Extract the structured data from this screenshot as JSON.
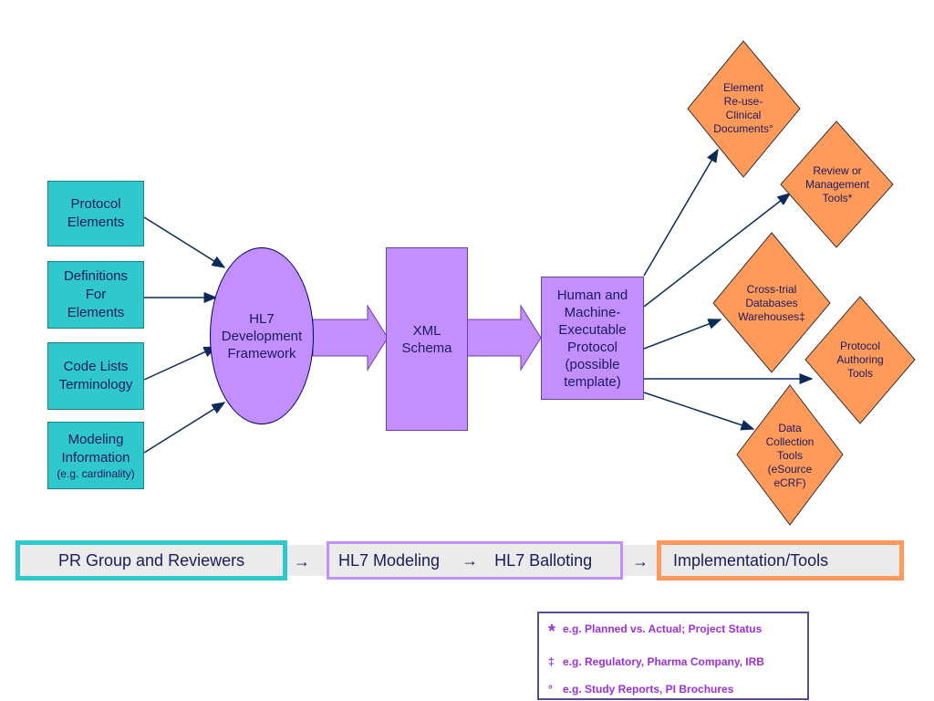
{
  "inputs": [
    {
      "lines": [
        "Protocol",
        "Elements"
      ],
      "note": ""
    },
    {
      "lines": [
        "Definitions",
        "For",
        "Elements"
      ],
      "note": ""
    },
    {
      "lines": [
        "Code Lists",
        "Terminology"
      ],
      "note": ""
    },
    {
      "lines": [
        "Modeling",
        "Information"
      ],
      "note": "(e.g. cardinality)"
    }
  ],
  "framework": {
    "lines": [
      "HL7",
      "Development",
      "Framework"
    ]
  },
  "schema": {
    "lines": [
      "XML",
      "Schema"
    ]
  },
  "protocol": {
    "lines": [
      "Human and",
      "Machine-",
      "Executable",
      "Protocol",
      "(possible",
      "template)"
    ]
  },
  "outputs": [
    {
      "lines": [
        "Element",
        "Re-use-",
        "Clinical",
        "Documents°"
      ]
    },
    {
      "lines": [
        "Review or",
        "Management",
        "Tools*"
      ]
    },
    {
      "lines": [
        "Cross-trial",
        "Databases",
        "Warehouses‡"
      ]
    },
    {
      "lines": [
        "Protocol",
        "Authoring",
        "Tools"
      ]
    },
    {
      "lines": [
        "Data",
        "Collection",
        "Tools",
        "(eSource",
        "eCRF)"
      ]
    }
  ],
  "process_bar": {
    "stage1": "PR Group and Reviewers",
    "arrow1": "→",
    "stage2a": "HL7 Modeling",
    "arrow2": "→",
    "stage2b": "HL7 Balloting",
    "arrow3": "→",
    "stage3": "Implementation/Tools"
  },
  "legend": [
    {
      "symbol": "*",
      "text": "e.g. Planned vs. Actual; Project Status"
    },
    {
      "symbol": "‡",
      "text": "e.g. Regulatory, Pharma Company, IRB"
    },
    {
      "symbol": "°",
      "text": "e.g. Study Reports, PI Brochures"
    }
  ],
  "colors": {
    "teal": "#2fc8cc",
    "purple": "#c38fff",
    "orange": "#ff9a5a",
    "legend_text": "#9b30d9"
  }
}
